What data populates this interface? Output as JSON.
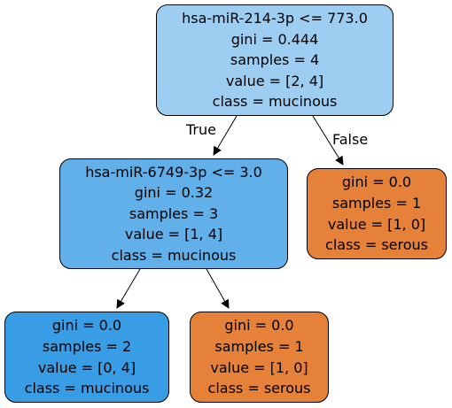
{
  "colors": {
    "mucinous_light": "#9dcef2",
    "mucinous_mid": "#61b0ea",
    "mucinous_full": "#399de5",
    "serous": "#e58139",
    "edge": "#000000"
  },
  "nodes": [
    {
      "id": "node-0",
      "fill": "#9dcef2",
      "lines": [
        "hsa-miR-214-3p <= 773.0",
        "gini = 0.444",
        "samples = 4",
        "value = [2, 4]",
        "class = mucinous"
      ]
    },
    {
      "id": "node-1",
      "fill": "#61b0ea",
      "lines": [
        "hsa-miR-6749-3p <= 3.0",
        "gini = 0.32",
        "samples = 3",
        "value = [1, 4]",
        "class = mucinous"
      ]
    },
    {
      "id": "node-2",
      "fill": "#399de5",
      "lines": [
        "gini = 0.0",
        "samples = 2",
        "value = [0, 4]",
        "class = mucinous"
      ]
    },
    {
      "id": "node-3",
      "fill": "#e58139",
      "lines": [
        "gini = 0.0",
        "samples = 1",
        "value = [1, 0]",
        "class = serous"
      ]
    },
    {
      "id": "node-4",
      "fill": "#e58139",
      "lines": [
        "gini = 0.0",
        "samples = 1",
        "value = [1, 0]",
        "class = serous"
      ]
    }
  ],
  "edges": [
    {
      "from": "node-0",
      "to": "node-1",
      "label": "True"
    },
    {
      "from": "node-0",
      "to": "node-4",
      "label": "False"
    },
    {
      "from": "node-1",
      "to": "node-2",
      "label": ""
    },
    {
      "from": "node-1",
      "to": "node-3",
      "label": ""
    }
  ]
}
